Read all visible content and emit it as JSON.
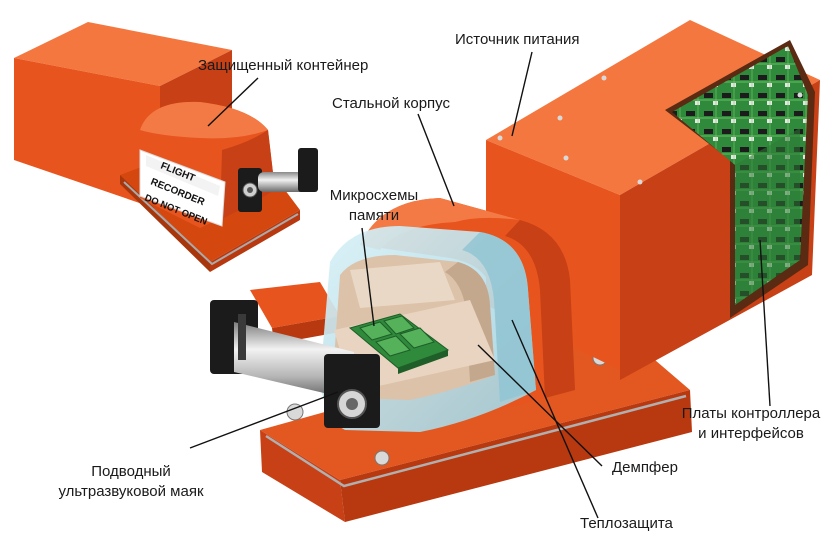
{
  "labels": {
    "protected_container": "Защищенный контейнер",
    "power_supply": "Источник питания",
    "steel_case": "Стальной корпус",
    "memory_chips_line1": "Микросхемы",
    "memory_chips_line2": "памяти",
    "controller_boards_line1": "Платы контроллера",
    "controller_boards_line2": "и интерфейсов",
    "beacon_line1": "Подводный",
    "beacon_line2": "ультразвуковой маяк",
    "damper": "Демпфер",
    "thermal_protection": "Теплозащита"
  },
  "sticker_text": {
    "line1": "FLIGHT",
    "line2": "RECORDER",
    "line3": "DO NOT OPEN"
  },
  "colors": {
    "orange": "#e8541e",
    "orange_dark": "#b8380f",
    "orange_light": "#f47a45",
    "pcb_green": "#2f8a3c",
    "glass_blue": "#bfe3ee",
    "beige": "#e2cbb4",
    "black": "#1b1b1b",
    "steel": "#b8b8b8"
  }
}
